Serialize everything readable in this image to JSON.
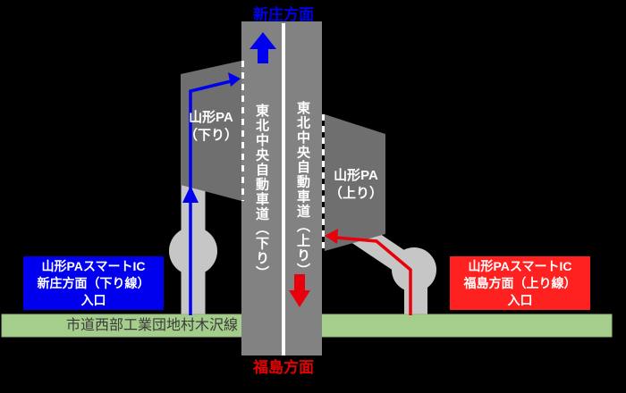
{
  "colors": {
    "background": "#000000",
    "expressway_gray": "#828282",
    "pa_gray": "#6f6f6f",
    "ramp_gray": "#c6c6c6",
    "local_road_green": "#a5ce8c",
    "local_road_green_edge": "#93ba78",
    "blue": "#0000ee",
    "red_box": "#ff2020",
    "red_label": "#e60000",
    "red_arrow": "#e8000d"
  },
  "directions": {
    "top": "新庄方面",
    "bottom": "福島方面"
  },
  "highway": {
    "down_lane_label": "東北中央自動車道（下り）",
    "up_lane_label": "東北中央自動車道（上り）"
  },
  "pa": {
    "down": {
      "line1": "山形PA",
      "line2": "（下り）"
    },
    "up": {
      "line1": "山形PA",
      "line2": "（上り）"
    }
  },
  "entrances": {
    "down": {
      "line1": "山形PAスマートIC",
      "line2": "新庄方面（下り線）",
      "line3": "入口"
    },
    "up": {
      "line1": "山形PAスマートIC",
      "line2": "福島方面（上り線）",
      "line3": "入口"
    }
  },
  "local_road": {
    "label": "市道西部工業団地村木沢線"
  }
}
